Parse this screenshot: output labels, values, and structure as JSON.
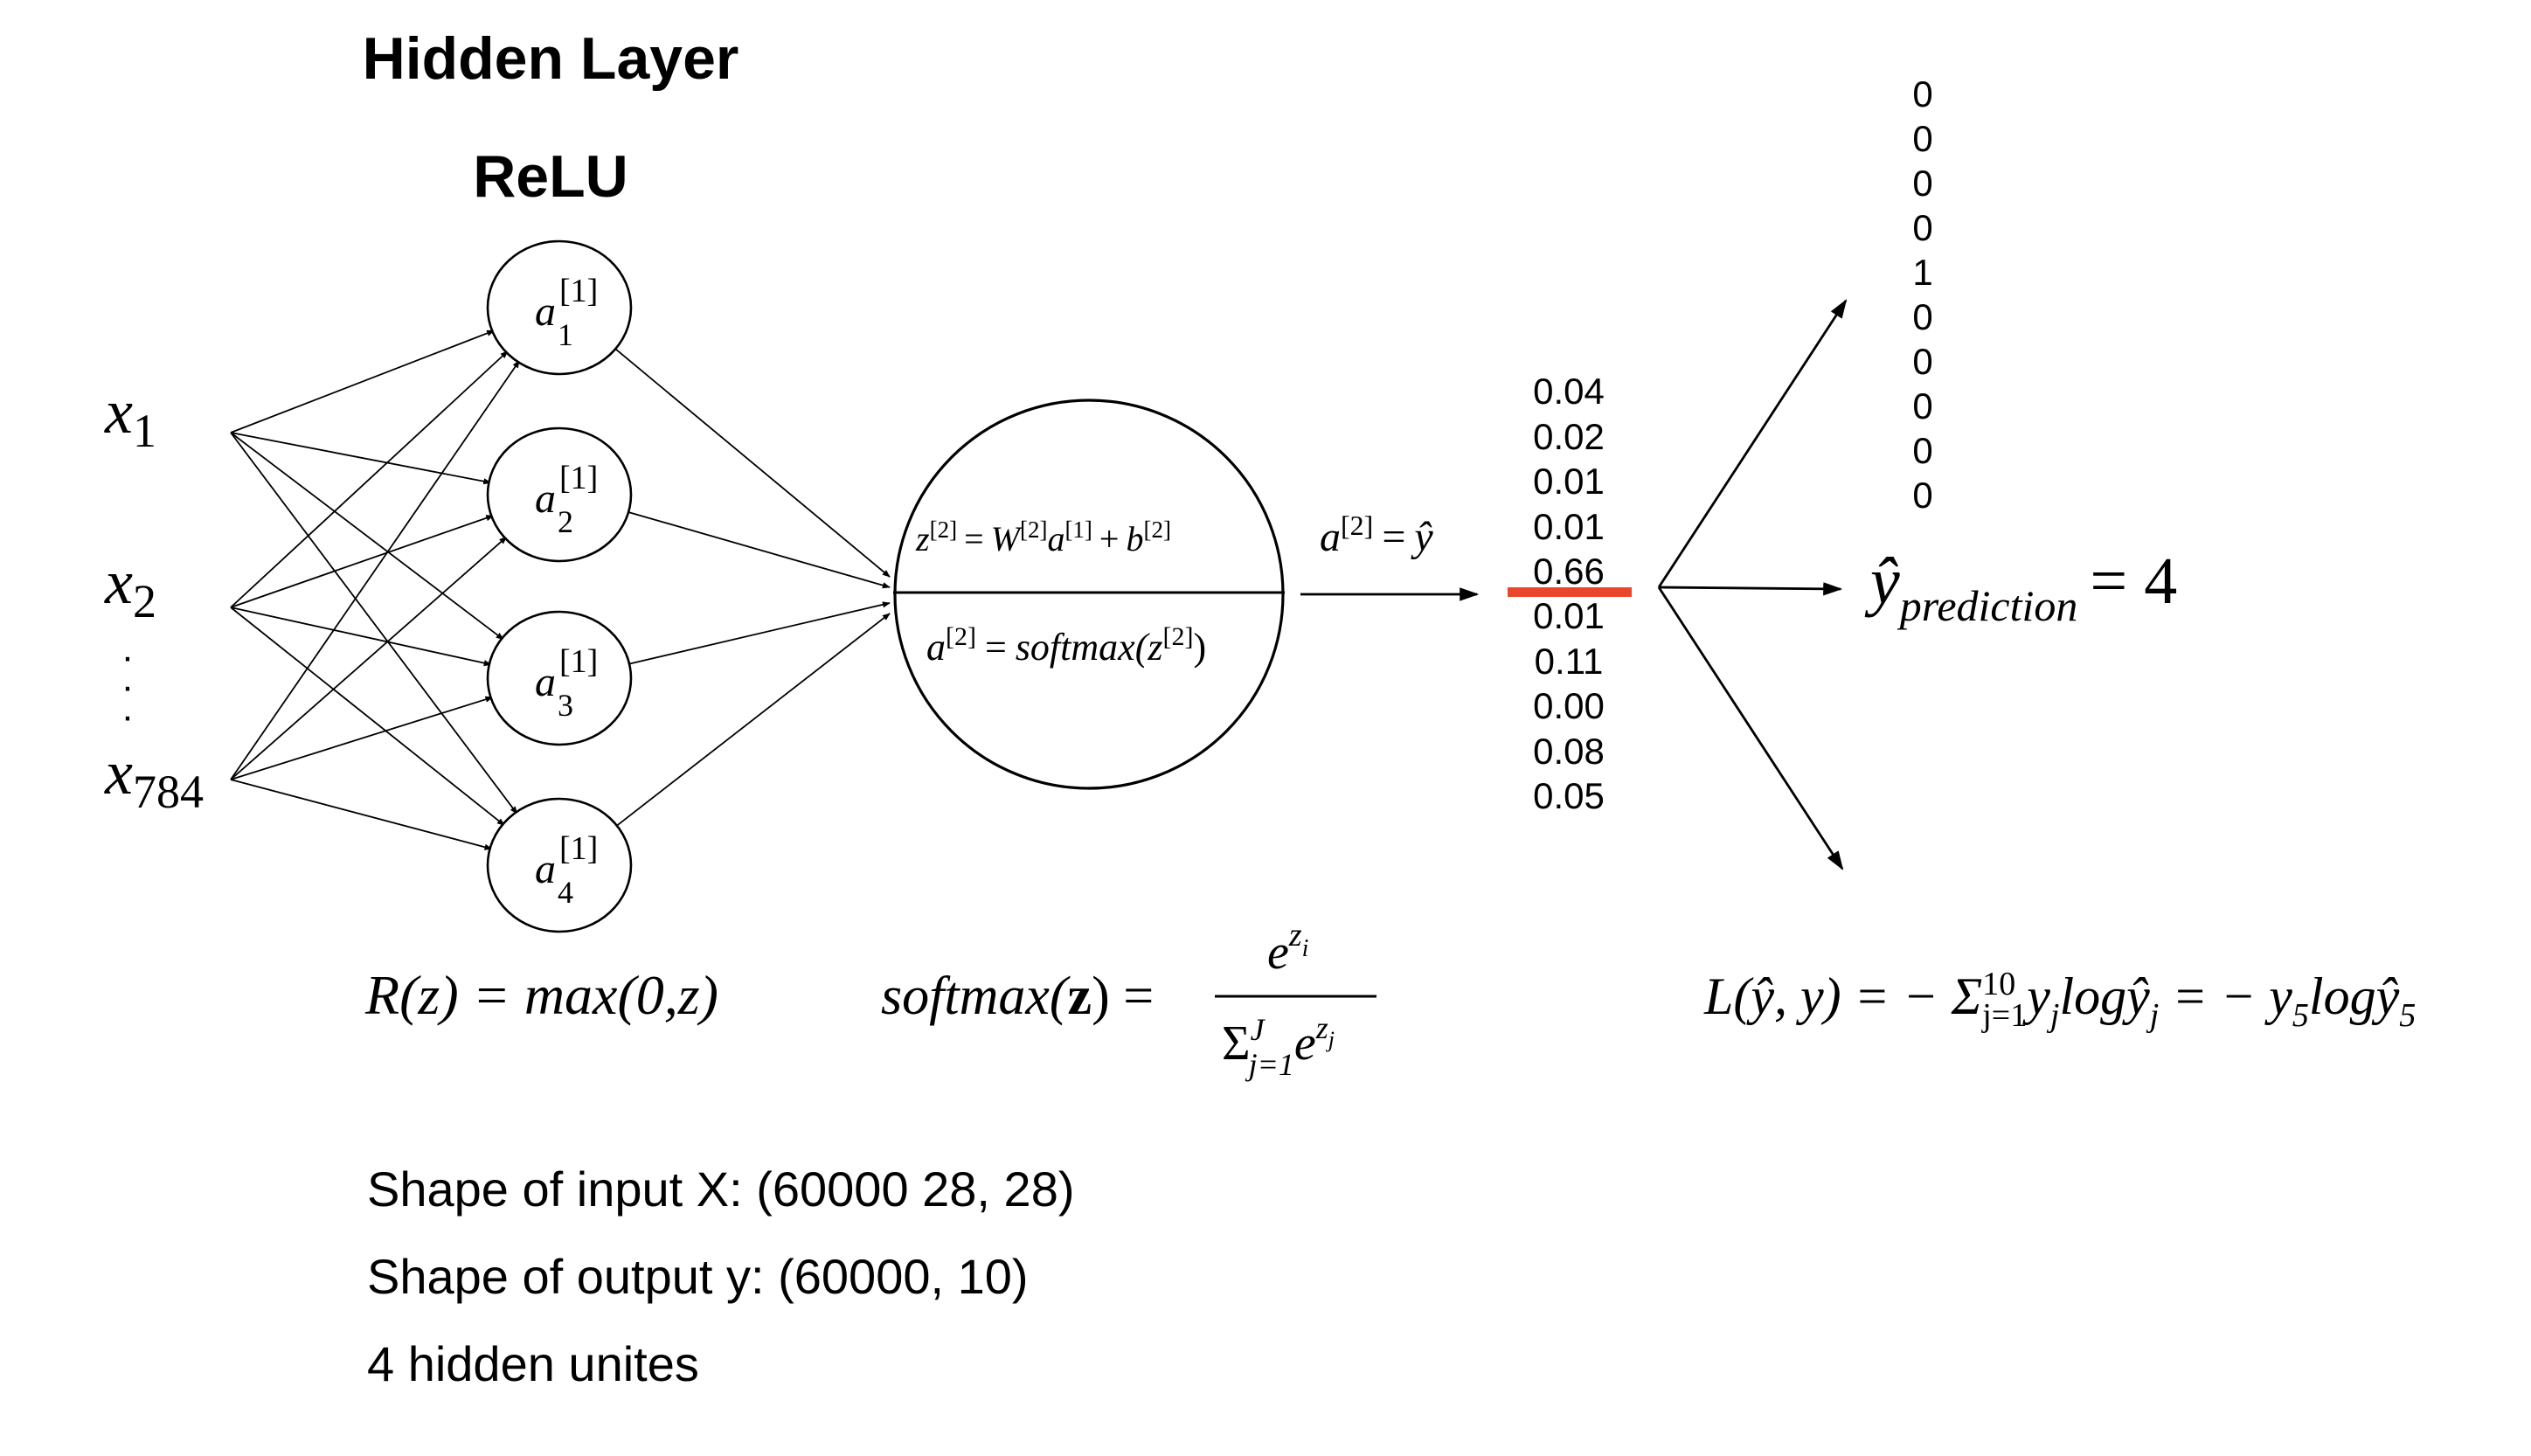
{
  "headings": {
    "layer": "Hidden Layer",
    "activation": "ReLU"
  },
  "inputs": [
    {
      "base": "x",
      "sub": "1"
    },
    {
      "base": "x",
      "sub": "2"
    },
    {
      "base": "x",
      "sub": "784"
    }
  ],
  "input_ellipsis": "·",
  "hidden_units": [
    {
      "base": "a",
      "sup": "[1]",
      "sub": "1"
    },
    {
      "base": "a",
      "sup": "[1]",
      "sub": "2"
    },
    {
      "base": "a",
      "sup": "[1]",
      "sub": "3"
    },
    {
      "base": "a",
      "sup": "[1]",
      "sub": "4"
    }
  ],
  "output_node": {
    "eq_top": {
      "z": "z",
      "z_sup": "[2]",
      "eq": "=",
      "w": "W",
      "w_sup": "[2]",
      "a": "a",
      "a_sup": "[1]",
      "plus": "+",
      "b": "b",
      "b_sup": "[2]"
    },
    "eq_bottom": {
      "a": "a",
      "a_sup": "[2]",
      "eq": "=",
      "fn": "softmax(z",
      "fn_sup": "[2]",
      "close": ")"
    }
  },
  "output_label": {
    "a": "a",
    "a_sup": "[2]",
    "eq": "=",
    "yhat": "ŷ"
  },
  "probabilities": [
    "0.04",
    "0.02",
    "0.01",
    "0.01",
    "0.66",
    "0.01",
    "0.11",
    "0.00",
    "0.08",
    "0.05"
  ],
  "highlight_color": "#e8472b",
  "one_hot": [
    "0",
    "0",
    "0",
    "0",
    "1",
    "0",
    "0",
    "0",
    "0",
    "0"
  ],
  "prediction": {
    "yhat": "ŷ",
    "sub": "prediction",
    "eq": "= 4"
  },
  "formulas": {
    "relu": "R(z) = max(0,z)",
    "softmax_lhs_a": "softmax(",
    "softmax_lhs_z": "z",
    "softmax_lhs_b": ") =",
    "softmax_num": "e",
    "softmax_num_sup": "z",
    "softmax_num_sup_sub": "i",
    "softmax_den_sigma": "Σ",
    "softmax_den_sup": "J",
    "softmax_den_sub": "j=1",
    "softmax_den_e": "e",
    "softmax_den_e_sup": "z",
    "softmax_den_e_sup_sub": "j",
    "loss_a": "L(ŷ, y) = − Σ",
    "loss_sup": "10",
    "loss_sub": "j=1",
    "loss_b": "y",
    "loss_b_sub": "j",
    "loss_c": "logŷ",
    "loss_c_sub": "j",
    "loss_d": " = − y",
    "loss_d_sub": "5",
    "loss_e": "logŷ",
    "loss_e_sub": "5"
  },
  "notes": [
    "Shape of input X:  (60000  28, 28)",
    "Shape of output y: (60000, 10)",
    "4 hidden unites"
  ]
}
